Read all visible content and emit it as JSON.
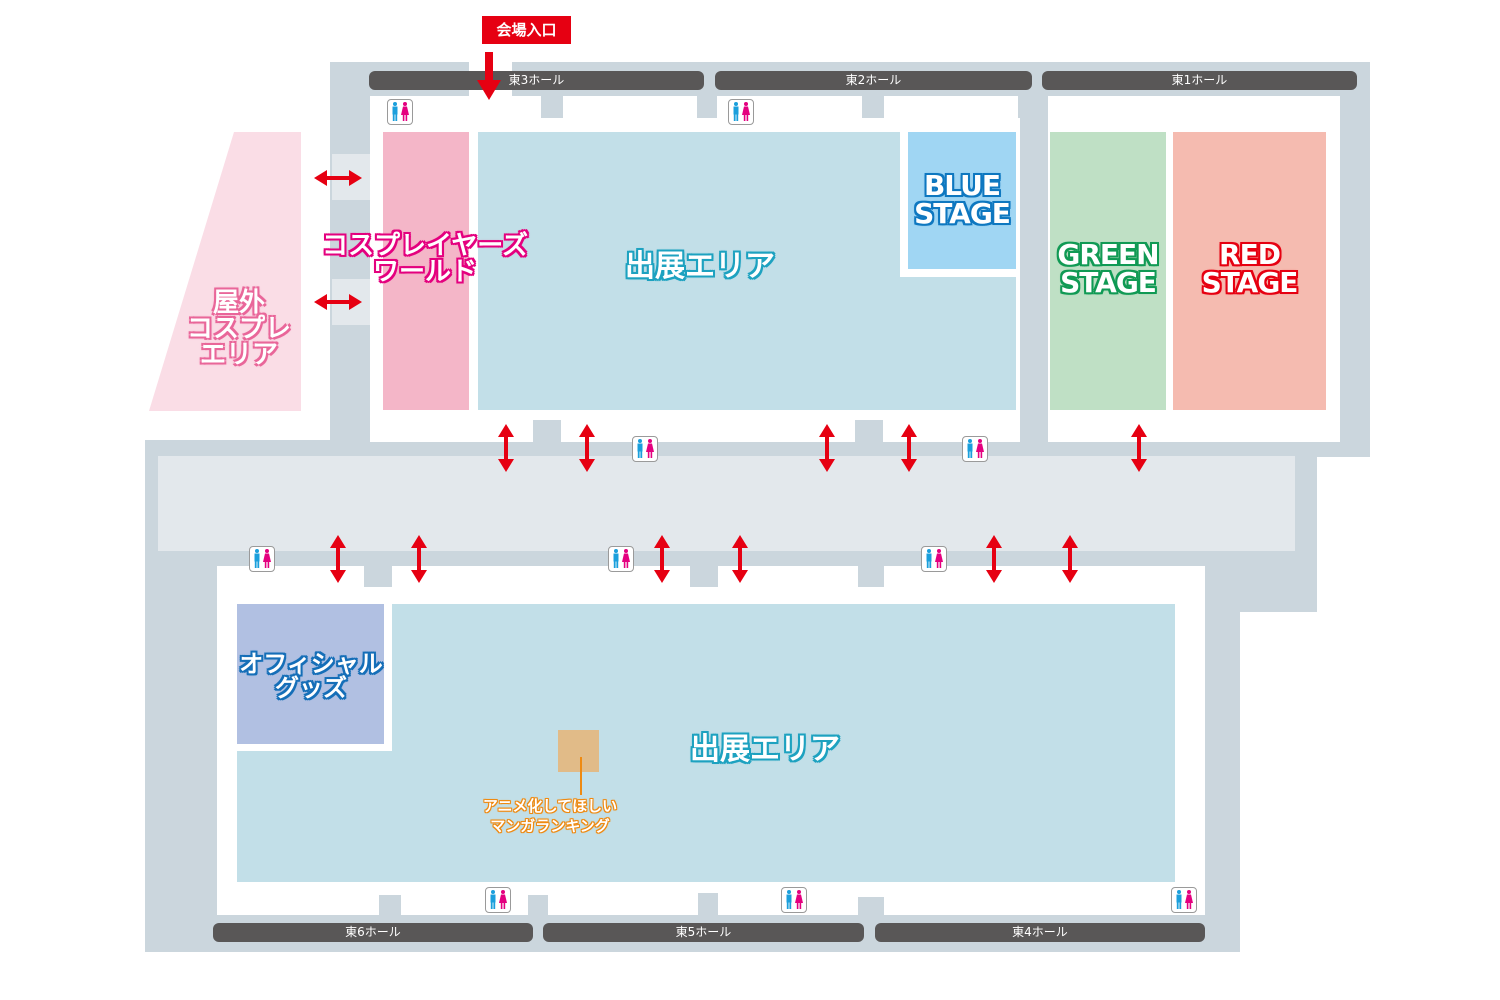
{
  "entrance": {
    "label": "会場入口",
    "color": "#e60012"
  },
  "halls": {
    "east3": "東3ホール",
    "east2": "東2ホール",
    "east1": "東1ホール",
    "east6": "東6ホール",
    "east5": "東5ホール",
    "east4": "東4ホール"
  },
  "zones": {
    "outdoor_cosplay": {
      "label_line1": "屋外",
      "label_line2": "コスプレ",
      "label_line3": "エリア",
      "color": "#fadde6",
      "text_color": "#e9679a"
    },
    "cosplayers_world": {
      "label_line1": "コスプレイヤーズ",
      "label_line2": "ワールド",
      "color": "#f4b6c8",
      "text_color": "#e4007f"
    },
    "exhibit_north": {
      "label": "出展エリア",
      "color": "#c2dfe8",
      "text_color": "#1ea2c0"
    },
    "blue_stage": {
      "label_line1": "BLUE",
      "label_line2": "STAGE",
      "color": "#a0d6f3",
      "text_color": "#0f78c0"
    },
    "green_stage": {
      "label_line1": "GREEN",
      "label_line2": "STAGE",
      "color": "#bfe0c5",
      "text_color": "#119a55"
    },
    "red_stage": {
      "label_line1": "RED",
      "label_line2": "STAGE",
      "color": "#f5bbb0",
      "text_color": "#e60012"
    },
    "official_goods": {
      "label_line1": "オフィシャル",
      "label_line2": "グッズ",
      "color": "#b1c0e2",
      "text_color": "#166fb8"
    },
    "exhibit_south": {
      "label": "出展エリア",
      "color": "#c2dfe8",
      "text_color": "#1ea2c0"
    },
    "manga_ranking": {
      "label_line1": "アニメ化してほしい",
      "label_line2": "マンガランキング",
      "color": "#e1bb88",
      "text_color": "#ee8a12"
    }
  },
  "icons": {
    "restroom": "restroom-icon",
    "double_arrow": "double-arrow-icon",
    "entrance_arrow": "down-arrow-icon"
  },
  "colors": {
    "wall": "#cbd6dd",
    "corridor": "#e3e8ec",
    "hall_bar": "#595757",
    "arrow": "#e60012",
    "male": "#1a9fdc",
    "female": "#e4007f"
  }
}
